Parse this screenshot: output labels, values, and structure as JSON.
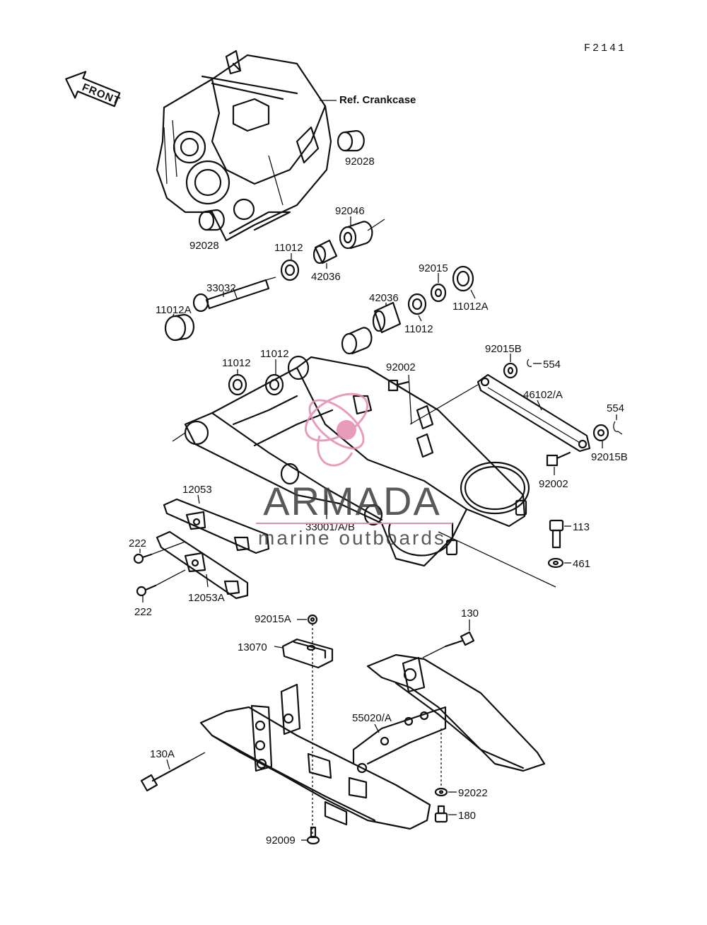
{
  "figure_code": "F2141",
  "front_label": "FRONT",
  "ref_crankcase": "Ref. Crankcase",
  "watermark": {
    "brand": "ARMADA",
    "tagline": "marine outboards",
    "accent_color": "#e58bb0",
    "text_color": "#3d3d3d"
  },
  "part_labels": {
    "p92028_top": "92028",
    "p92028_bottom": "92028",
    "p92046": "92046",
    "p42036_top": "42036",
    "p11012_top": "11012",
    "p33032": "33032",
    "p11012A_left": "11012A",
    "p92015": "92015",
    "p11012A_right": "11012A",
    "p42036_mid": "42036",
    "p11012_mid": "11012",
    "p92015B_top": "92015B",
    "p554_top": "554",
    "p11012_l1": "11012",
    "p11012_l2": "11012",
    "p92002_top": "92002",
    "p46102A": "46102/A",
    "p554_right": "554",
    "p92015B_right": "92015B",
    "p92002_bottom": "92002",
    "p12053": "12053",
    "p33001AB": "33001/A/B",
    "p113": "113",
    "p222_top": "222",
    "p461": "461",
    "p222_bottom": "222",
    "p12053A": "12053A",
    "p92015A": "92015A",
    "p130": "130",
    "p13070": "13070",
    "p55020A": "55020/A",
    "p130A": "130A",
    "p92022": "92022",
    "p180": "180",
    "p92009": "92009"
  }
}
